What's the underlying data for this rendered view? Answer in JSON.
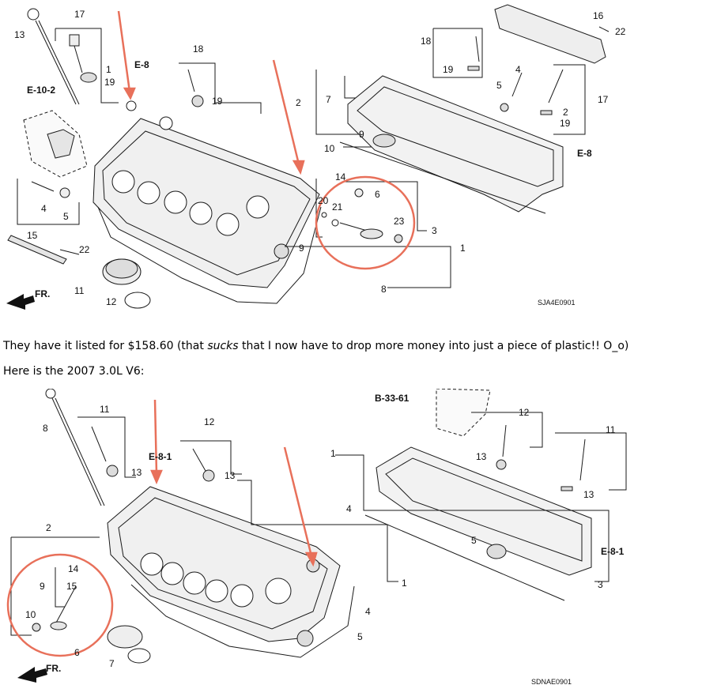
{
  "top": {
    "part_numbers": [
      "13",
      "17",
      "1",
      "19",
      "E-8",
      "18",
      "19",
      "E-10-2",
      "2",
      "7",
      "4",
      "5",
      "16",
      "22",
      "18",
      "19",
      "2",
      "19",
      "17",
      "9",
      "10",
      "E-8",
      "14",
      "6",
      "20",
      "21",
      "23",
      "3",
      "4",
      "5",
      "9",
      "1",
      "15",
      "22",
      "11",
      "12",
      "8"
    ],
    "diagram_code": "SJA4E0901",
    "front_marker": "FR."
  },
  "caption": {
    "pre": "They have it listed for $158.60 (that ",
    "emph": "sucks",
    "post": " that I now have to drop more money into just a piece of plastic!! O_o)"
  },
  "caption2": "Here is the 2007 3.0L V6:",
  "bottom": {
    "part_numbers": [
      "11",
      "8",
      "13",
      "E-8-1",
      "12",
      "13",
      "B-33-61",
      "12",
      "13",
      "11",
      "13",
      "1",
      "4",
      "2",
      "14",
      "9",
      "15",
      "10",
      "6",
      "7",
      "1",
      "4",
      "5",
      "5",
      "E-8-1",
      "3"
    ],
    "diagram_code": "SDNAE0901",
    "front_marker": "FR."
  },
  "colors": {
    "annotation": "#e8705a",
    "line": "#1a1a1a",
    "fill": "#f3f3f3"
  }
}
